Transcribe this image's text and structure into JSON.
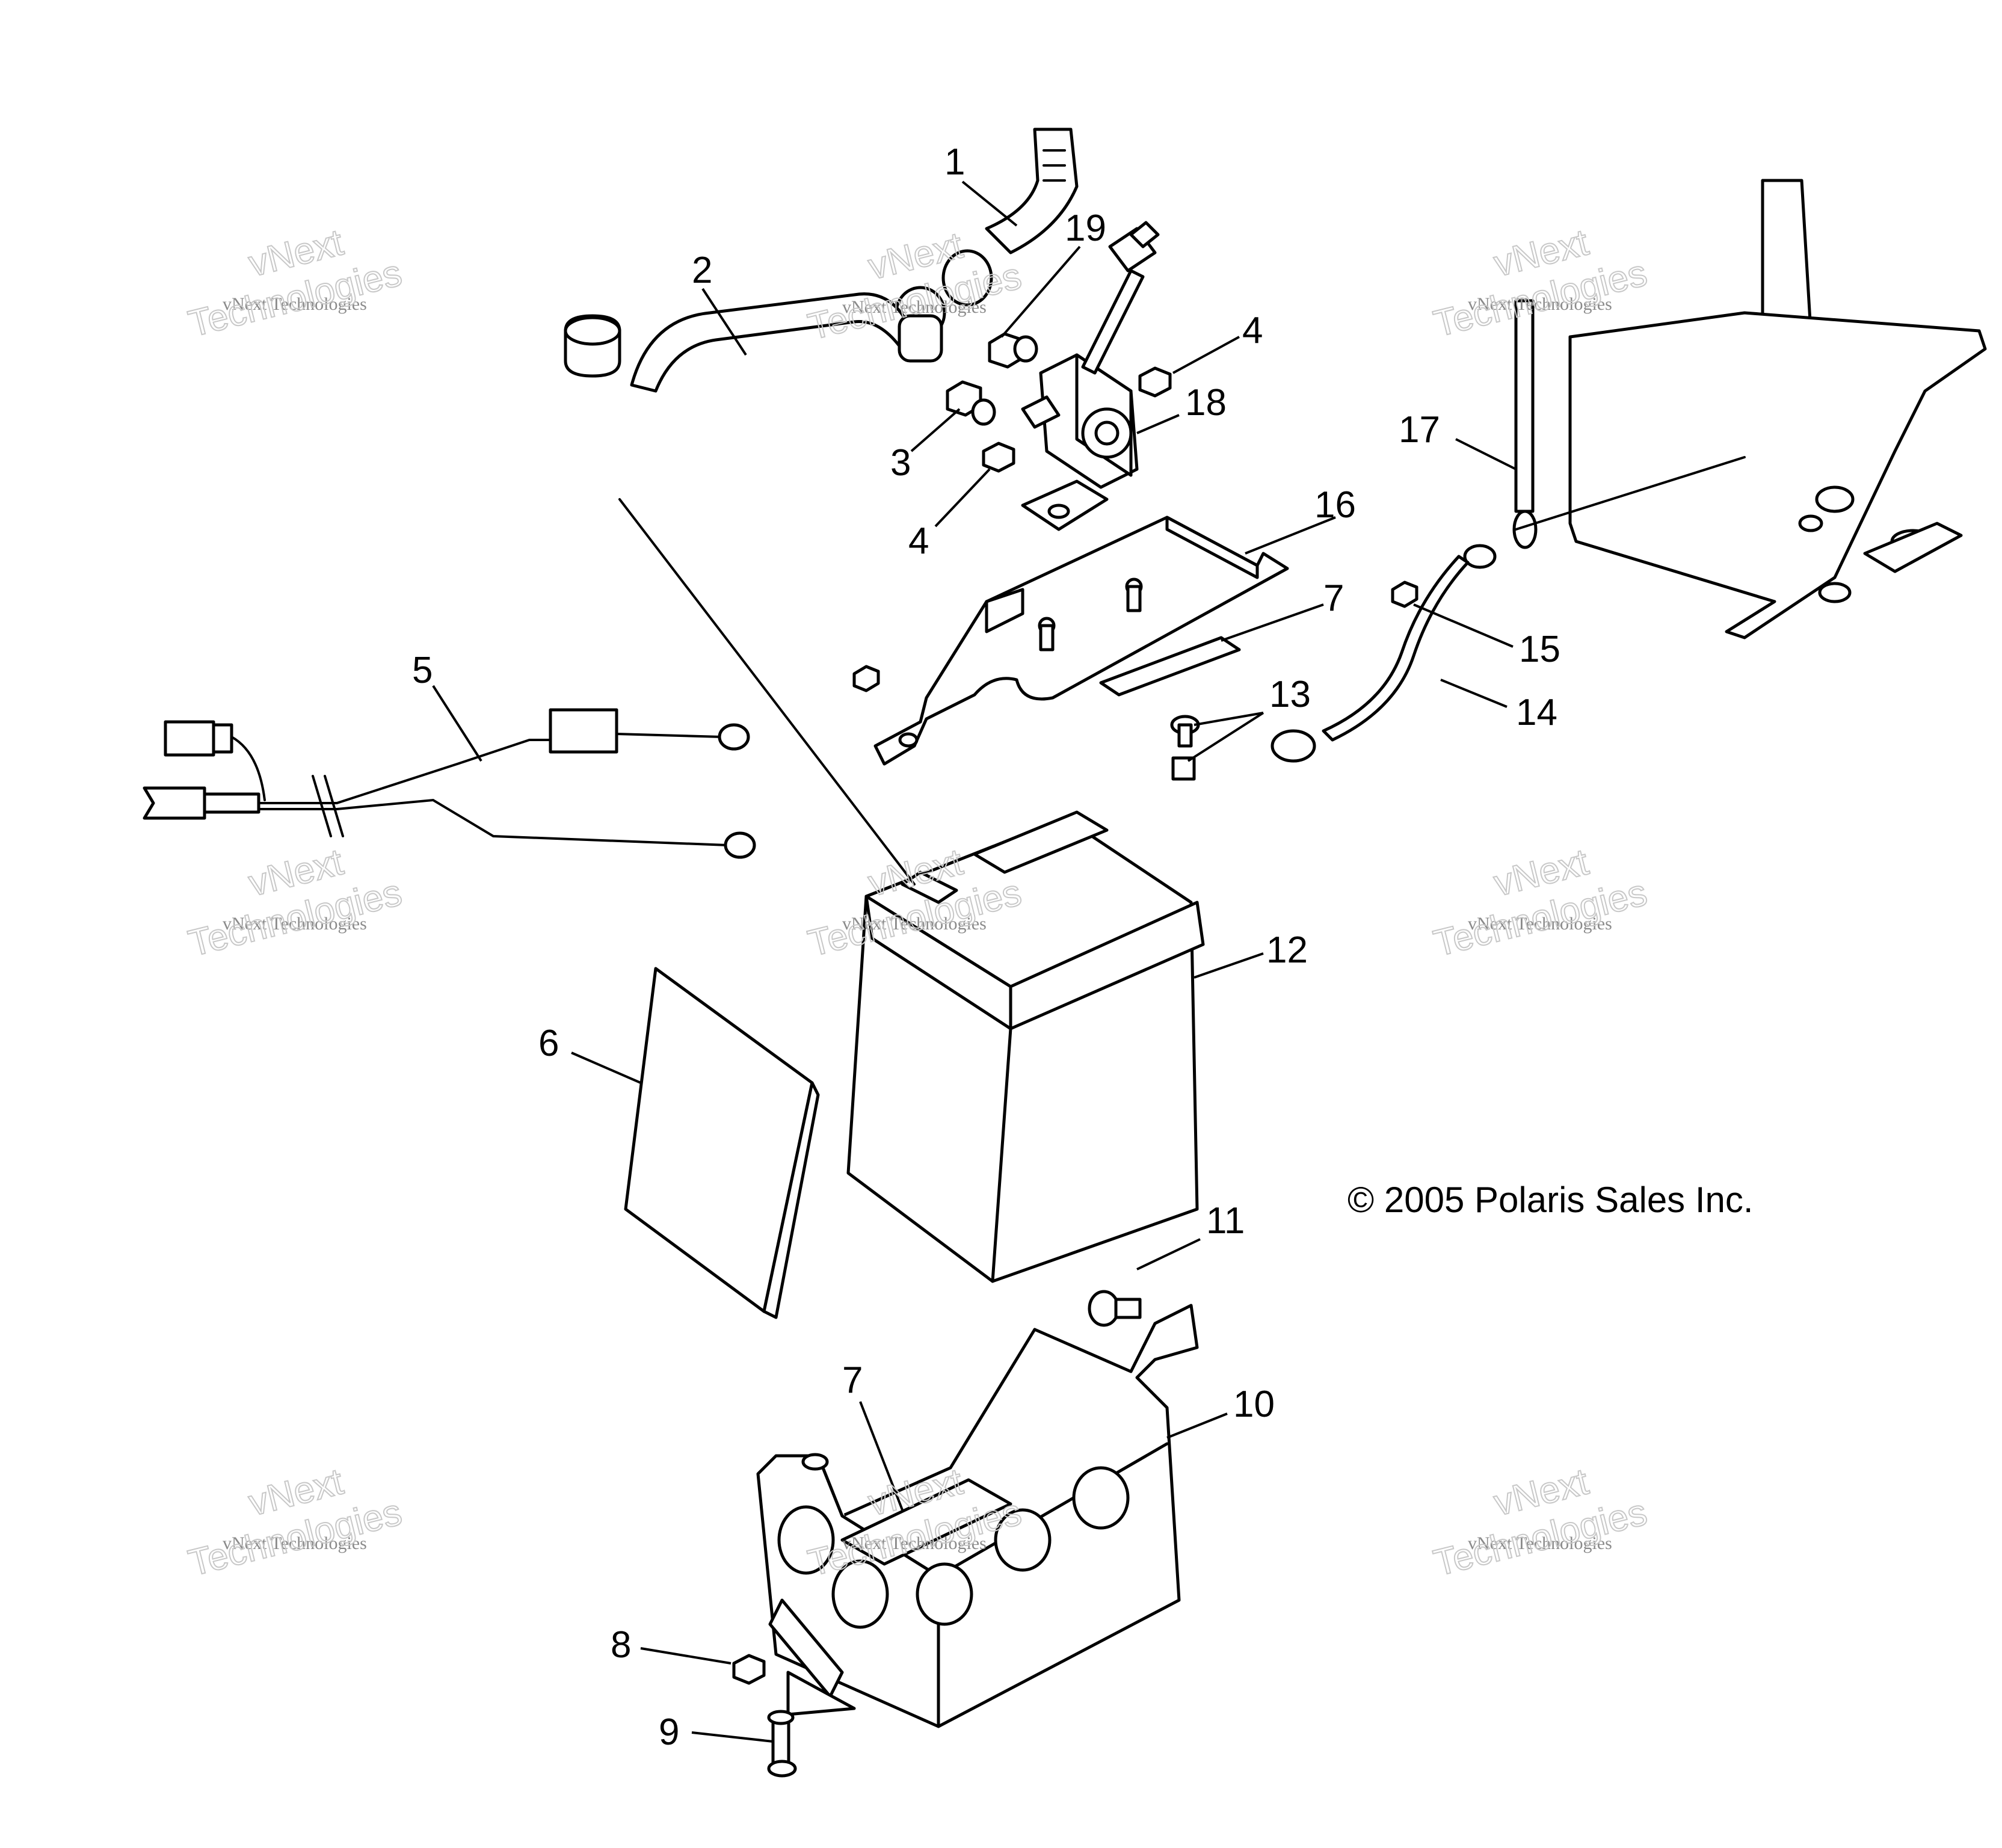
{
  "callouts": {
    "c1": "1",
    "c2": "2",
    "c3": "3",
    "c4a": "4",
    "c4b": "4",
    "c5": "5",
    "c6": "6",
    "c7a": "7",
    "c7b": "7",
    "c8": "8",
    "c9": "9",
    "c10": "10",
    "c11": "11",
    "c12": "12",
    "c13": "13",
    "c14": "14",
    "c15": "15",
    "c16": "16",
    "c17": "17",
    "c18": "18",
    "c19": "19"
  },
  "copyright": "© 2005 Polaris Sales Inc.",
  "watermark": {
    "line1": "vNext Technologies",
    "line2": "vNext",
    "line3": "Technologies"
  }
}
